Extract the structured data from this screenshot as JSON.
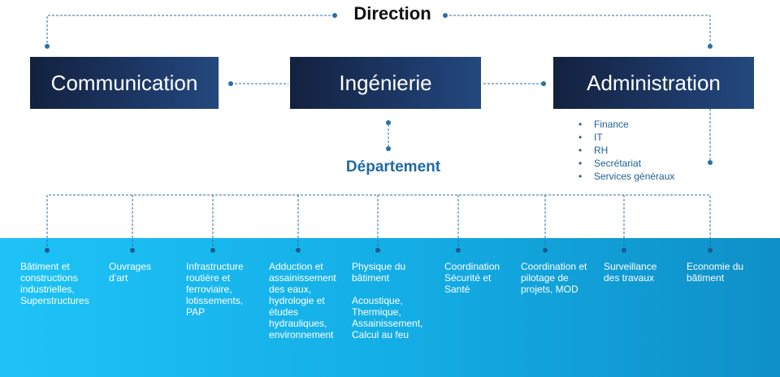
{
  "title": "Direction",
  "boxes": {
    "communication": "Communication",
    "ingenierie": "Ingénierie",
    "administration": "Administration"
  },
  "department_label": "Département",
  "admin_items": [
    "Finance",
    "IT",
    "RH",
    "Secrétariat",
    "Services  généraux"
  ],
  "departments": [
    [
      "Bâtiment et",
      "constructions",
      "industrielles,",
      "Superstructures"
    ],
    [
      "Ouvrages",
      "d’art"
    ],
    [
      "Infrastructure",
      "routière et",
      "ferroviaire,",
      "lotissements,",
      "PAP"
    ],
    [
      "Adduction et",
      "assainissement",
      "des eaux,",
      "hydrologie et",
      "études",
      "hydrauliques,",
      "environnement"
    ],
    [
      "Physique du",
      "bâtiment",
      "",
      "Acoustique,",
      "Thermique,",
      "Assainissement,",
      "Calcul au feu"
    ],
    [
      "Coordination",
      "Sécurité et",
      "Santé"
    ],
    [
      "Coordination et",
      "pilotage de",
      "projets, MOD"
    ],
    [
      "Surveillance",
      "des travaux"
    ],
    [
      "Economie du",
      "bâtiment"
    ]
  ],
  "colors": {
    "box_dark": "#13213f",
    "box_light": "#24487e",
    "connector": "#2b6fa6",
    "band_left": "#1ec3f7",
    "band_right": "#0f8fc8",
    "department_label": "#1f6aa3"
  }
}
